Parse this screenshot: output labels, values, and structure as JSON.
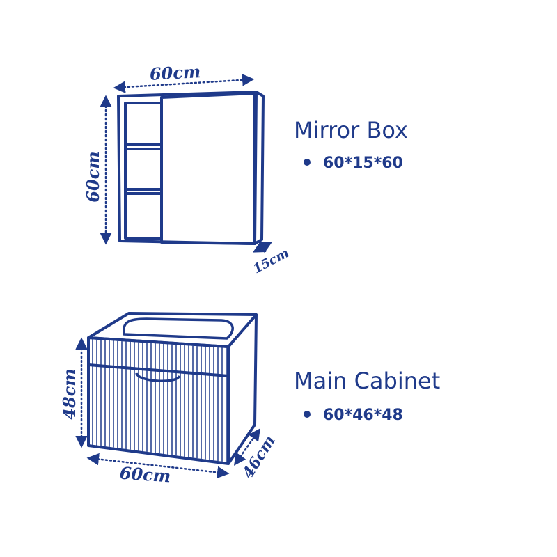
{
  "colors": {
    "ink": "#1f3a8a",
    "background": "#ffffff"
  },
  "mirror_box": {
    "title": "Mirror Box",
    "spec": "60*15*60",
    "width_label": "60cm",
    "height_label": "60cm",
    "depth_label": "15cm"
  },
  "main_cabinet": {
    "title": "Main Cabinet",
    "spec": "60*46*48",
    "width_label": "60cm",
    "height_label": "48cm",
    "depth_label": "46cm"
  }
}
